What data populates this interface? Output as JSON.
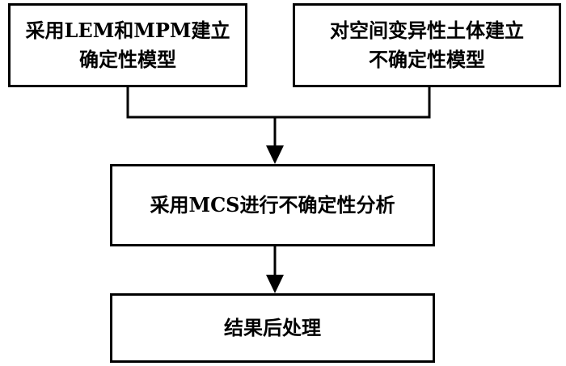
{
  "nodes": {
    "lem_mpm": {
      "lines": [
        "采用LEM和MPM建立",
        "确定性模型"
      ]
    },
    "uncertainty_model": {
      "lines": [
        "对空间变异性土体建立",
        "不确定性模型"
      ]
    },
    "mcs_analysis": {
      "lines": [
        "采用MCS进行不确定性分析"
      ]
    },
    "post_processing": {
      "lines": [
        "结果后处理"
      ]
    }
  }
}
